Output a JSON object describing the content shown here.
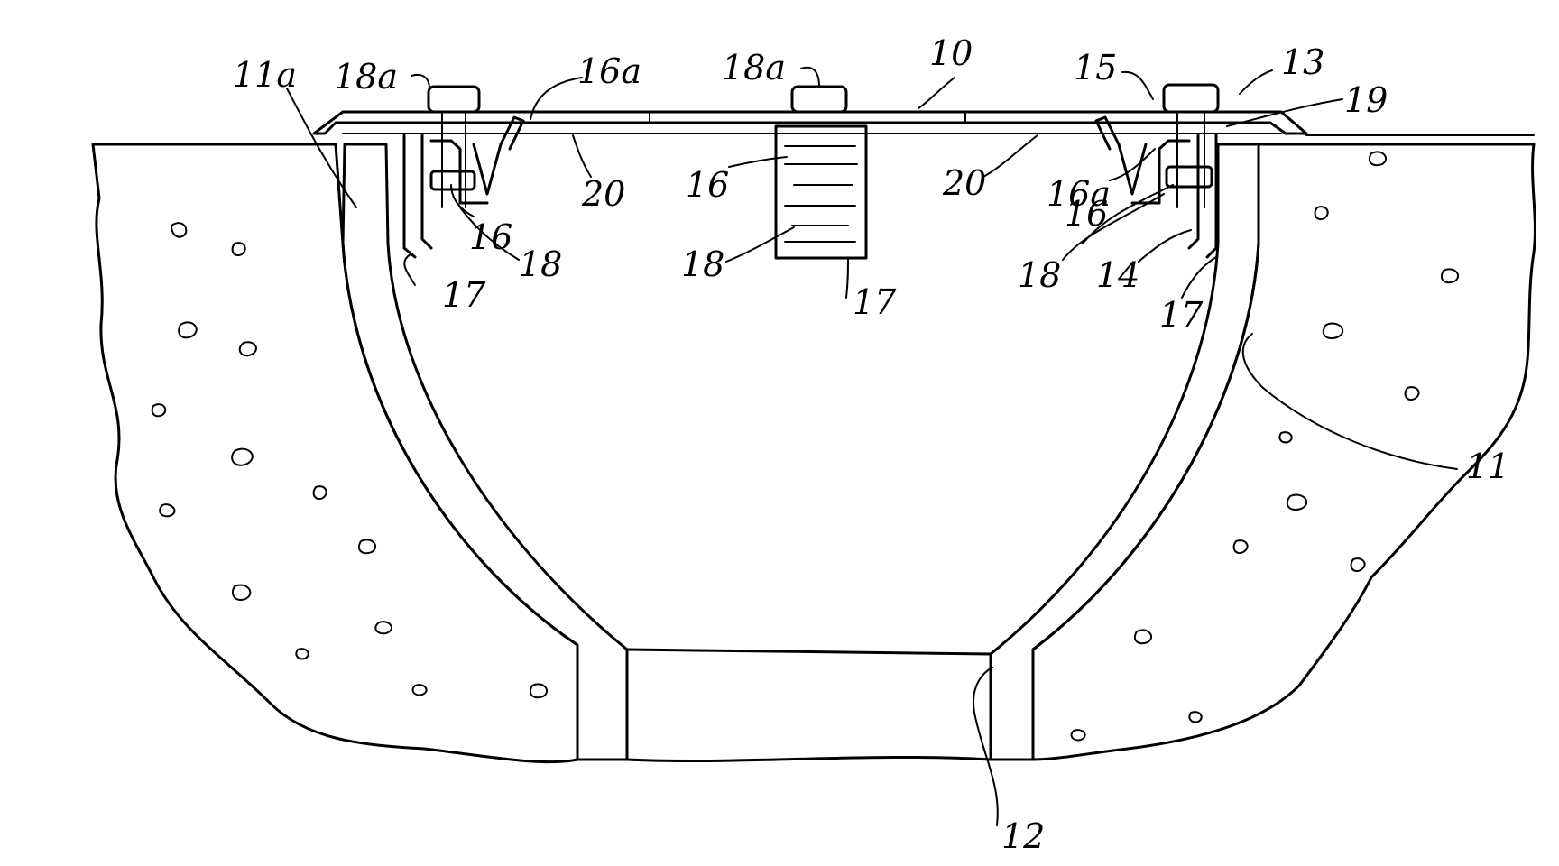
{
  "figure": {
    "labels": {
      "l_11a": "11a",
      "l_18a_left": "18a",
      "l_16a_left": "16a",
      "l_18a_center": "18a",
      "l_10": "10",
      "l_15": "15",
      "l_13": "13",
      "l_19": "19",
      "l_20_left": "20",
      "l_16_center": "16",
      "l_20_right": "20",
      "l_16a_right": "16a",
      "l_16_left": "16",
      "l_18_left": "18",
      "l_17_left": "17",
      "l_18_center": "18",
      "l_17_center": "17",
      "l_16_right": "16",
      "l_18_right": "18",
      "l_14": "14",
      "l_17_right": "17",
      "l_11": "11",
      "l_12": "12"
    },
    "colors": {
      "ink": "#000000",
      "paper": "#ffffff"
    }
  }
}
